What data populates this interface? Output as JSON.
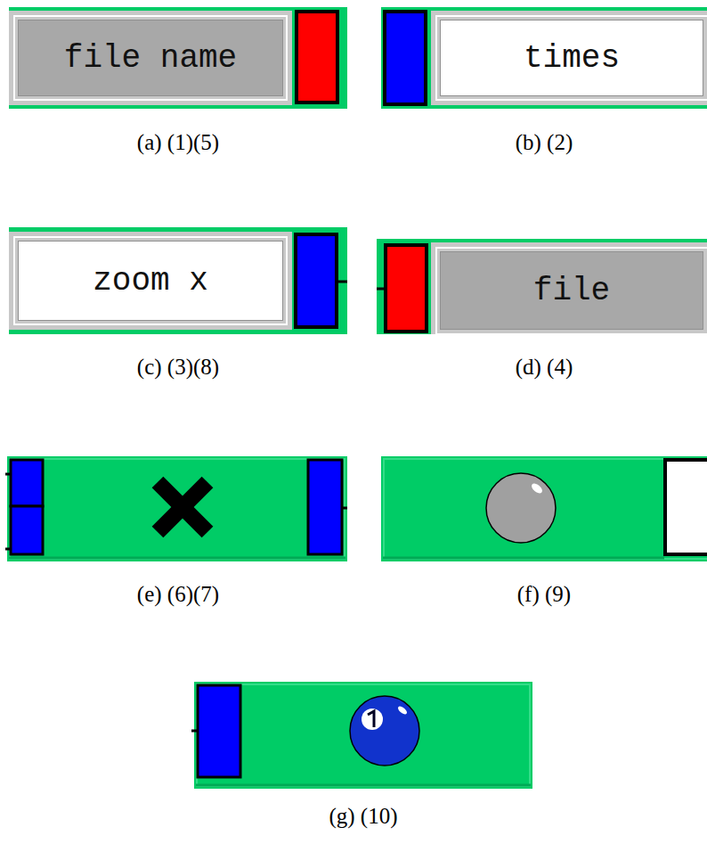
{
  "diagram": {
    "nodes": [
      {
        "text": [
          "file name"
        ]
      },
      {
        "text": [
          "times"
        ]
      },
      {
        "text": [
          "zoom x"
        ]
      },
      {
        "text": [
          "file"
        ]
      }
    ],
    "labels": [
      "(a) (1)(5)",
      "(b) (2)",
      "(c) (3)(8)",
      "(d) (4)",
      "(e) (6)(7)",
      "(f) (9)",
      "(g) (10)"
    ]
  }
}
